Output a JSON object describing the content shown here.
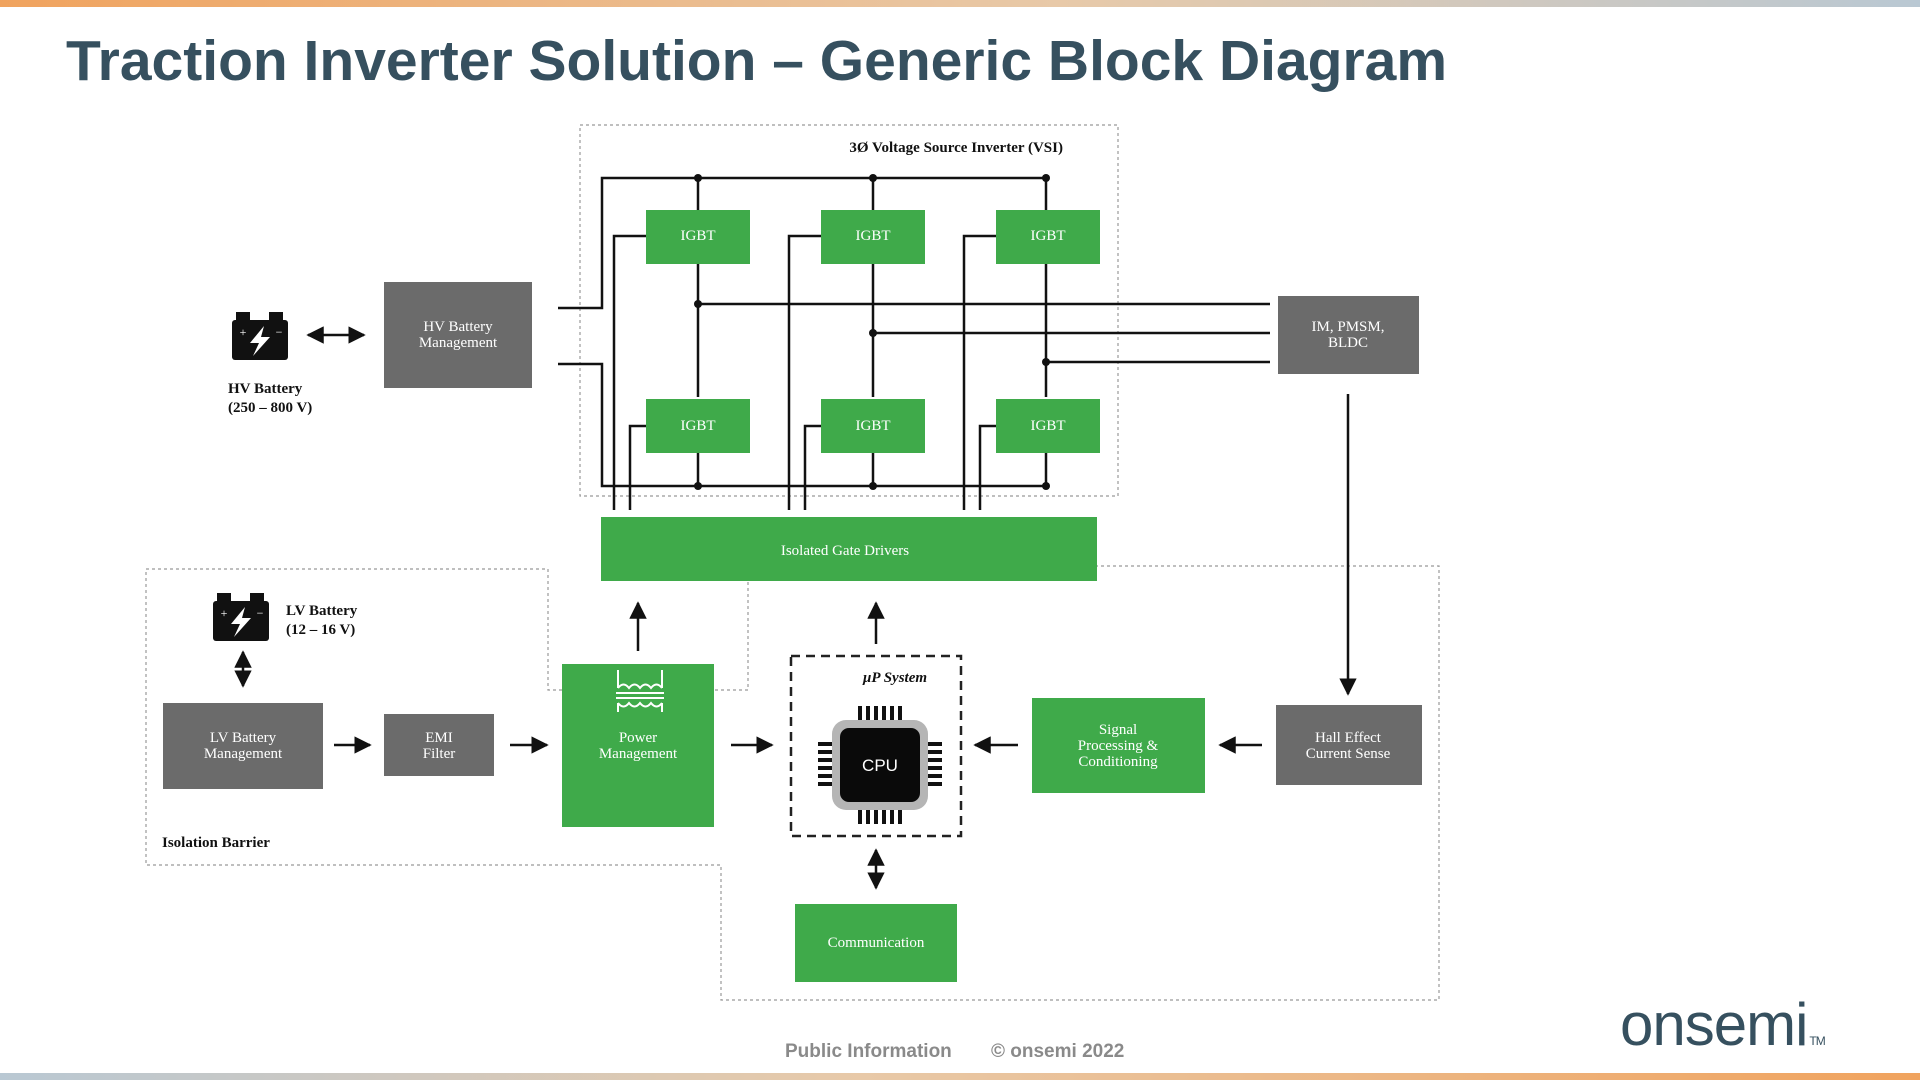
{
  "slide": {
    "title": "Traction Inverter Solution – Generic Block Diagram"
  },
  "colors": {
    "green_block": "#3faa4a",
    "gray_block": "#6b6b6b",
    "title_color": "#36505f"
  },
  "diagram": {
    "vsi_label": "3Ø Voltage Source Inverter (VSI)",
    "igbt_label": "IGBT",
    "hv_battery": {
      "label": "HV Battery",
      "range": "(250 – 800 V)",
      "icon": "battery-icon"
    },
    "hv_battery_mgmt": [
      "HV Battery",
      "Management"
    ],
    "motor": [
      "IM, PMSM,",
      "BLDC"
    ],
    "gate_drivers": "Isolated Gate Drivers",
    "lv_battery": {
      "label": "LV Battery",
      "range": "(12 – 16 V)",
      "icon": "battery-icon"
    },
    "lv_battery_mgmt": [
      "LV Battery",
      "Management"
    ],
    "emi_filter": [
      "EMI",
      "Filter"
    ],
    "power_mgmt": [
      "Power",
      "Management"
    ],
    "up_system": "μP System",
    "cpu": "CPU",
    "signal_proc": [
      "Signal",
      "Processing &",
      "Conditioning"
    ],
    "hall_sense": [
      "Hall Effect",
      "Current Sense"
    ],
    "communication": "Communication",
    "isolation_barrier": "Isolation Barrier"
  },
  "footer": {
    "public": "Public Information",
    "copyright": "© onsemi 2022"
  },
  "logo": {
    "text": "onsemi",
    "mark": "TM"
  }
}
